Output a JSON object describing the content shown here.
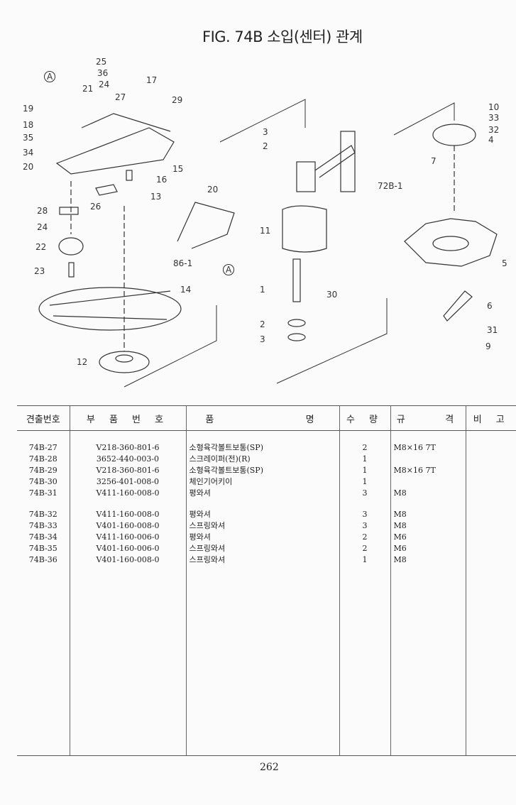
{
  "title": "FIG. 74B 소입(센터) 관계",
  "callouts": [
    "25",
    "36",
    "24",
    "21",
    "17",
    "27",
    "29",
    "19",
    "18",
    "35",
    "34",
    "20",
    "15",
    "16",
    "13",
    "26",
    "28",
    "24",
    "22",
    "23",
    "14",
    "12",
    "20",
    "86-1",
    "A",
    "A",
    "3",
    "2",
    "72B-1",
    "11",
    "1",
    "30",
    "2",
    "3",
    "10",
    "33",
    "32",
    "4",
    "7",
    "5",
    "6",
    "31",
    "9"
  ],
  "table": {
    "headers": [
      "견출번호",
      "부 품 번 호",
      "품          명",
      "수 량",
      "규    격",
      "비 고"
    ],
    "rows": [
      {
        "ref": "74B-27",
        "part": "V218-360-801-6",
        "name": "소형육각볼트보통(SP)",
        "qty": "2",
        "spec": "M8×16 7T"
      },
      {
        "ref": "74B-28",
        "part": "3652-440-003-0",
        "name": "스크레이퍼(전)(R)",
        "qty": "1",
        "spec": ""
      },
      {
        "ref": "74B-29",
        "part": "V218-360-801-6",
        "name": "소형육각볼트보통(SP)",
        "qty": "1",
        "spec": "M8×16 7T"
      },
      {
        "ref": "74B-30",
        "part": "3256-401-008-0",
        "name": "체인기어키이",
        "qty": "1",
        "spec": ""
      },
      {
        "ref": "74B-31",
        "part": "V411-160-008-0",
        "name": "평와셔",
        "qty": "3",
        "spec": "M8"
      },
      {
        "ref": "74B-32",
        "part": "V411-160-008-0",
        "name": "평와셔",
        "qty": "3",
        "spec": "M8"
      },
      {
        "ref": "74B-33",
        "part": "V401-160-008-0",
        "name": "스프링와셔",
        "qty": "3",
        "spec": "M8"
      },
      {
        "ref": "74B-34",
        "part": "V411-160-006-0",
        "name": "평와셔",
        "qty": "2",
        "spec": "M6"
      },
      {
        "ref": "74B-35",
        "part": "V401-160-006-0",
        "name": "스프링와셔",
        "qty": "2",
        "spec": "M6"
      },
      {
        "ref": "74B-36",
        "part": "V401-160-008-0",
        "name": "스프링와셔",
        "qty": "1",
        "spec": "M8"
      }
    ]
  },
  "page_number": "262"
}
